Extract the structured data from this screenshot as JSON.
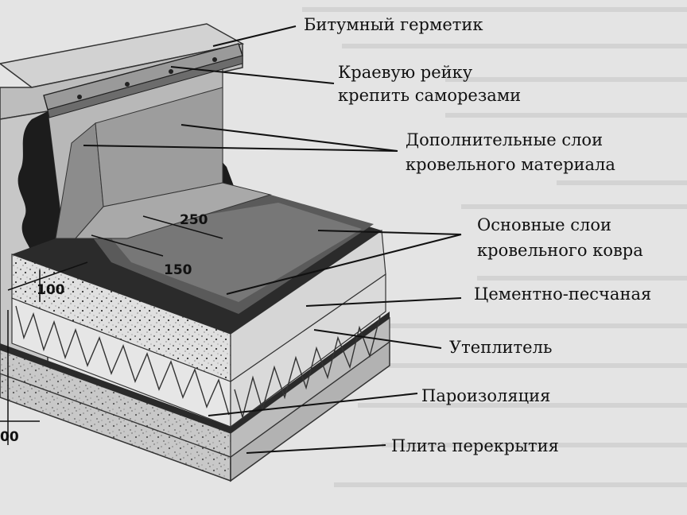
{
  "labels": {
    "bitumen_sealant": "Битумный герметик",
    "edge_rail_line1": "Краевую рейку",
    "edge_rail_line2": "крепить саморезами",
    "extra_layers_line1": "Дополнительные слои",
    "extra_layers_line2": "кровельного материала",
    "main_layers_line1": "Основные слои",
    "main_layers_line2": "кровельного ковра",
    "cement_screed": "Цементно-песчаная",
    "insulation": "Утеплитель",
    "vapor_barrier": "Пароизоляция",
    "floor_slab": "Плита перекрытия"
  },
  "dimensions": {
    "d250": "250",
    "d150": "150",
    "d100": "100",
    "d_left": "00"
  },
  "colors": {
    "background": "#e4e4e4",
    "wall": "#c4c4c4",
    "slab": "#bcbcbc",
    "insulation": "#e2e2e2",
    "screed": "#d8d8d8",
    "bitumen": "#1c1c1c",
    "rail": "#8c8c8c"
  }
}
